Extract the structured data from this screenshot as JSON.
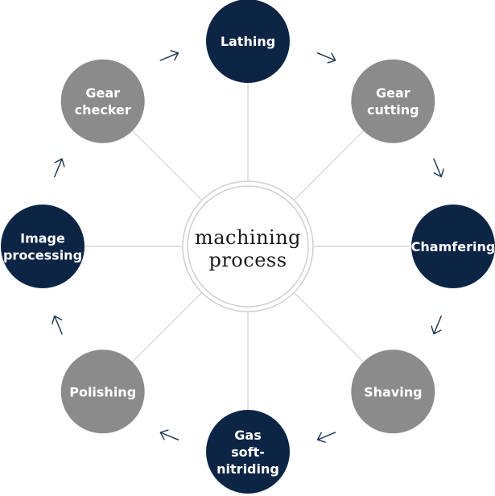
{
  "center": {
    "lines": [
      "machining",
      "process"
    ]
  },
  "colors": {
    "dark": "#0d2545",
    "gray": "#8b8b8b",
    "spoke": "#d2d2d2",
    "arrow": "#1c3452",
    "ring": "#cfcfcf"
  },
  "steps": [
    {
      "name": "lathing",
      "lines": [
        "Lathing"
      ],
      "tone": "dark"
    },
    {
      "name": "gear-cutting",
      "lines": [
        "Gear",
        "cutting"
      ],
      "tone": "gray"
    },
    {
      "name": "chamfering",
      "lines": [
        "Chamfering"
      ],
      "tone": "dark"
    },
    {
      "name": "shaving",
      "lines": [
        "Shaving"
      ],
      "tone": "gray"
    },
    {
      "name": "gas-soft-nitriding",
      "lines": [
        "Gas",
        "soft-",
        "nitriding"
      ],
      "tone": "dark"
    },
    {
      "name": "polishing",
      "lines": [
        "Polishing"
      ],
      "tone": "gray"
    },
    {
      "name": "image-processing",
      "lines": [
        "Image",
        "processing"
      ],
      "tone": "dark"
    },
    {
      "name": "gear-checker",
      "lines": [
        "Gear",
        "checker"
      ],
      "tone": "gray"
    }
  ]
}
